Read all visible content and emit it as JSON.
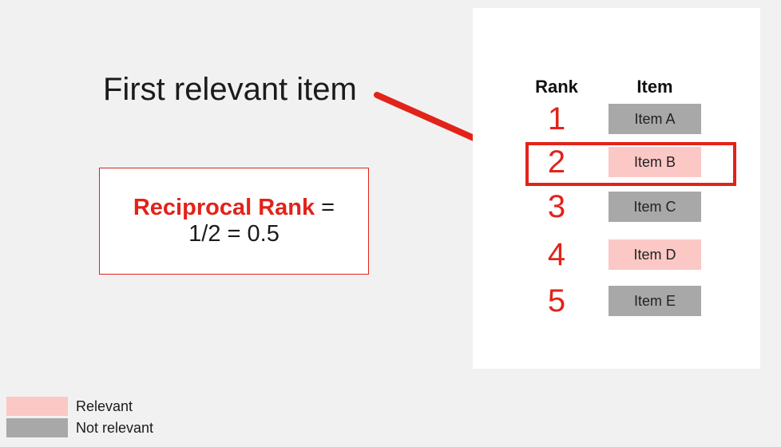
{
  "colors": {
    "background": "#f1f1f1",
    "panel": "#ffffff",
    "red": "#e2231a",
    "pink": "#fbc8c6",
    "gray": "#a8a8a8",
    "text": "#1b1b1b"
  },
  "annotation": {
    "label": "First relevant item"
  },
  "formula": {
    "bold_text": "Reciprocal Rank",
    "suffix": " =",
    "expression": "1/2 = 0.5"
  },
  "table": {
    "headers": {
      "rank": "Rank",
      "item": "Item"
    },
    "rows": [
      {
        "rank": "1",
        "item": "Item A",
        "relevant": false,
        "highlighted": false
      },
      {
        "rank": "2",
        "item": "Item B",
        "relevant": true,
        "highlighted": true
      },
      {
        "rank": "3",
        "item": "Item C",
        "relevant": false,
        "highlighted": false
      },
      {
        "rank": "4",
        "item": "Item D",
        "relevant": true,
        "highlighted": false
      },
      {
        "rank": "5",
        "item": "Item E",
        "relevant": false,
        "highlighted": false
      }
    ]
  },
  "legend": {
    "items": [
      {
        "label": "Relevant",
        "color": "#fbc8c6"
      },
      {
        "label": "Not relevant",
        "color": "#a8a8a8"
      }
    ]
  }
}
